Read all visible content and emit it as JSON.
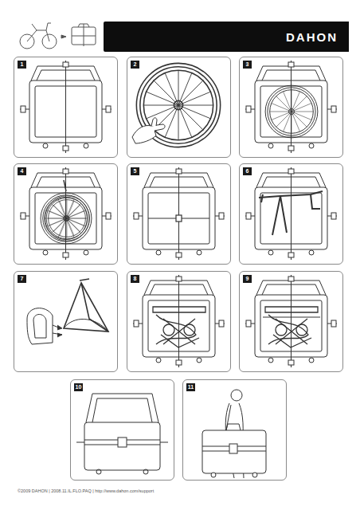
{
  "diagram": {
    "nodes": [
      {
        "text": [
          "DAHON"
        ]
      },
      {
        "text": [
          "1"
        ]
      },
      {
        "text": [
          "2"
        ]
      },
      {
        "text": [
          "3"
        ]
      },
      {
        "text": [
          "4"
        ]
      },
      {
        "text": [
          "5"
        ]
      },
      {
        "text": [
          "6"
        ]
      },
      {
        "text": [
          "7"
        ]
      },
      {
        "text": [
          "8"
        ]
      },
      {
        "text": [
          "9"
        ]
      },
      {
        "text": [
          "10"
        ]
      },
      {
        "text": [
          "11"
        ]
      }
    ],
    "labels": [
      "©2009 DAHON | 2008.11.IL.FLO.PAQ | http://www.dahon.com/support"
    ]
  }
}
